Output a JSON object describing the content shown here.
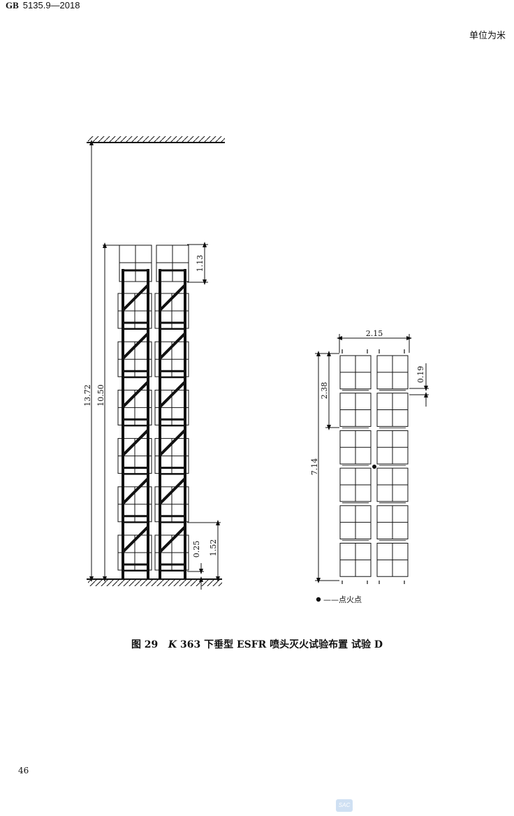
{
  "header": {
    "standard_prefix": "GB",
    "standard_number": "5135.9—2018"
  },
  "unit_note": "单位为米",
  "elevation_view": {
    "dims": {
      "total_height": "13.72",
      "storage_height": "10.50",
      "top_tier": "1.13",
      "bottom_tier": "1.52",
      "bottom_clearance": "0.25"
    }
  },
  "plan_view": {
    "dims": {
      "width": "2.15",
      "length": "7.14",
      "module": "2.38",
      "gap": "0.19"
    },
    "legend_text": "——点火点"
  },
  "caption": {
    "figure_no": "图 29",
    "k_symbol": "K",
    "text": " 363 下垂型 ESFR 喷头灭火试验布置 试验 D"
  },
  "page_number": "46",
  "logo_text": "SAC"
}
